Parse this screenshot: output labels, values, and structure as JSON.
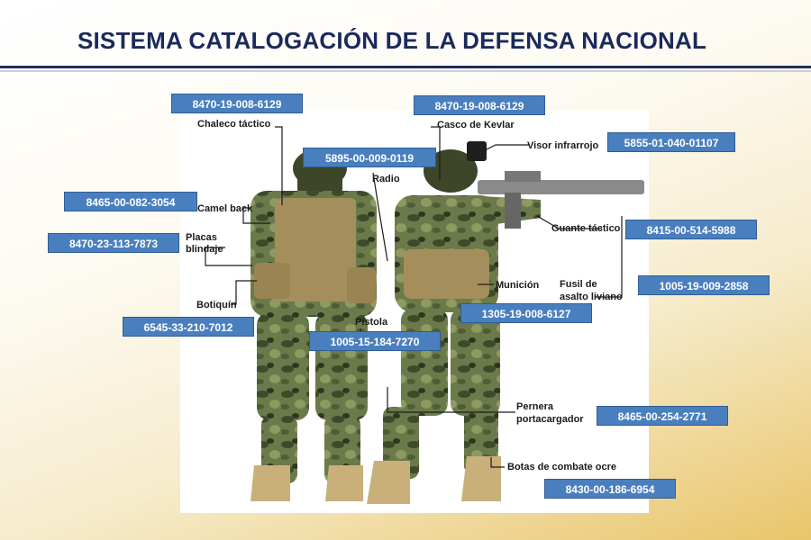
{
  "title": "SISTEMA CATALOGACIÓN DE LA DEFENSA NACIONAL",
  "codes": {
    "chaleco": "8470-19-008-6129",
    "casco": "8470-19-008-6129",
    "visor": "5855-01-040-01107",
    "radio": "5895-00-009-0119",
    "camel": "8465-00-082-3054",
    "placas": "8470-23-113-7873",
    "guante": "8415-00-514-5988",
    "fusil": "1005-19-009-2858",
    "municion": "1305-19-008-6127",
    "botiquin": "6545-33-210-7012",
    "pistola": "1005-15-184-7270",
    "pernera": "8465-00-254-2771",
    "botas": "8430-00-186-6954"
  },
  "labels": {
    "chaleco": "Chaleco táctico",
    "casco": "Casco de Kevlar",
    "visor": "Visor infrarrojo",
    "radio": "Radio",
    "camel": "Camel back",
    "placas_1": "Placas",
    "placas_2": "blindaje",
    "guante": "Guante táctico",
    "municion": "Munición",
    "fusil_1": "Fusil de",
    "fusil_2": "asalto liviano",
    "botiquin": "Botiquín",
    "pistola": "Pistola",
    "pernera_1": "Pernera",
    "pernera_2": "portacargador",
    "botas": "Botas de combate ocre"
  }
}
